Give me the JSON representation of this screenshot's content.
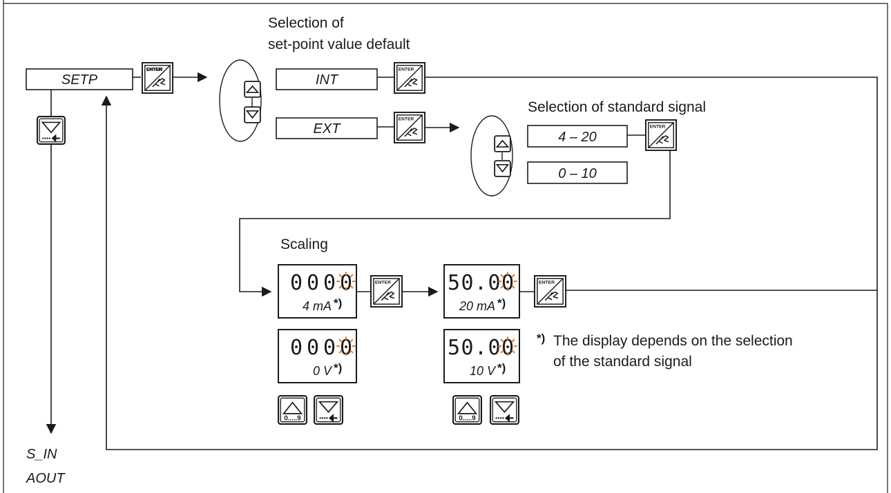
{
  "header": {
    "selection_default_line1": "Selection of",
    "selection_default_line2": "set-point value default",
    "selection_standard_signal": "Selection of standard signal",
    "scaling": "Scaling"
  },
  "menu": {
    "setp": "SETP",
    "int": "INT",
    "ext": "EXT",
    "range_4_20": "4 – 20",
    "range_0_10": "0 – 10",
    "exit_line1": "S_IN",
    "exit_line2": "AOUT"
  },
  "displays": {
    "low_current": {
      "value": "0000",
      "unit": "4 mA",
      "mark": "*)"
    },
    "high_current": {
      "value": "50.00",
      "unit": "20 mA",
      "mark": "*)"
    },
    "low_voltage": {
      "value": "0000",
      "unit": "0 V",
      "mark": "*)"
    },
    "high_voltage": {
      "value": "50.00",
      "unit": "10 V",
      "mark": "*)"
    }
  },
  "buttons": {
    "enter_label": "ENTER",
    "digit_range": "0.....9"
  },
  "footnote": {
    "mark": "*)",
    "line1": "The display depends on the selection",
    "line2": "of the standard signal"
  },
  "colors": {
    "line": "#1a1a1a",
    "blink": "#e07a2a"
  }
}
